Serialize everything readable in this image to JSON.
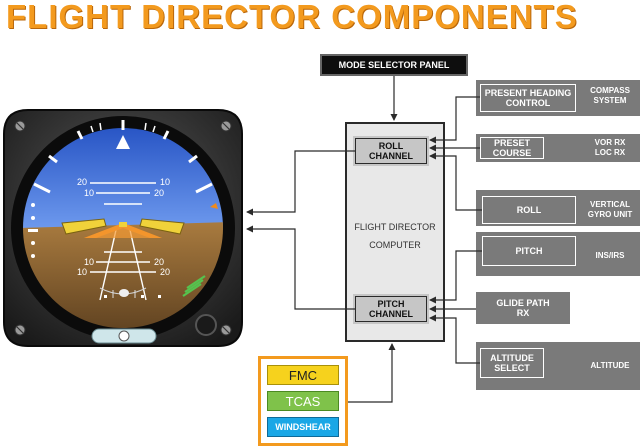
{
  "title": "FLIGHT DIRECTOR COMPONENTS",
  "mode_selector_panel": "MODE SELECTOR PANEL",
  "computer": {
    "line1": "FLIGHT DIRECTOR",
    "line2": "COMPUTER"
  },
  "channels": {
    "roll": [
      "ROLL",
      "CHANNEL"
    ],
    "pitch": [
      "PITCH",
      "CHANNEL"
    ]
  },
  "inputs": [
    {
      "box": [
        "PRESENT HEADING",
        "CONTROL"
      ],
      "source": [
        "COMPASS",
        "SYSTEM"
      ]
    },
    {
      "box": [
        "PRESET",
        "COURSE"
      ],
      "source": [
        "VOR RX",
        "LOC RX"
      ]
    },
    {
      "box": [
        "ROLL"
      ],
      "source": [
        "VERTICAL",
        "GYRO UNIT"
      ]
    },
    {
      "box": [
        "PITCH"
      ],
      "source": [
        "INS/IRS"
      ]
    },
    {
      "box": [
        "GLIDE PATH",
        "RX"
      ],
      "source": []
    },
    {
      "box": [
        "ALTITUDE",
        "SELECT"
      ],
      "source": [
        "ALTITUDE"
      ]
    }
  ],
  "legend": [
    {
      "label": "FMC",
      "color": "#f6d21d"
    },
    {
      "label": "TCAS",
      "color": "#7fc24a"
    },
    {
      "label": "WINDSHEAR",
      "color": "#1aa7e6"
    }
  ],
  "adi": {
    "pitch_labels": [
      "20",
      "10",
      "10",
      "20",
      "10",
      "20",
      "10",
      "20"
    ]
  },
  "colors": {
    "title": "#f39a1e",
    "sky": "#3f6fd6",
    "ground": "#8a6434",
    "aircraft_symbol": "#f0d23a",
    "command_bars": "#f08a1c"
  }
}
